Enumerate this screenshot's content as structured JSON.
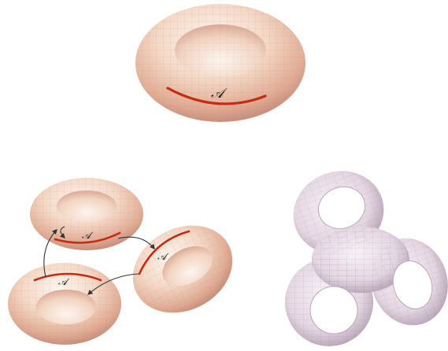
{
  "figure": {
    "top_torus": {
      "label": "𝒜"
    },
    "three_tori": {
      "labels": [
        "𝒜",
        "𝒜",
        "𝒜"
      ]
    },
    "genus_three_surface": {}
  },
  "colors": {
    "torus_light": "#fbeee4",
    "torus_mid": "#f0c8b0",
    "torus_dark": "#c48a78",
    "curve_red": "#c62a12",
    "arrow": "#333333",
    "genus_light": "#f4eef2",
    "genus_dark": "#a792a6",
    "mesh": "#9c8a8a"
  }
}
